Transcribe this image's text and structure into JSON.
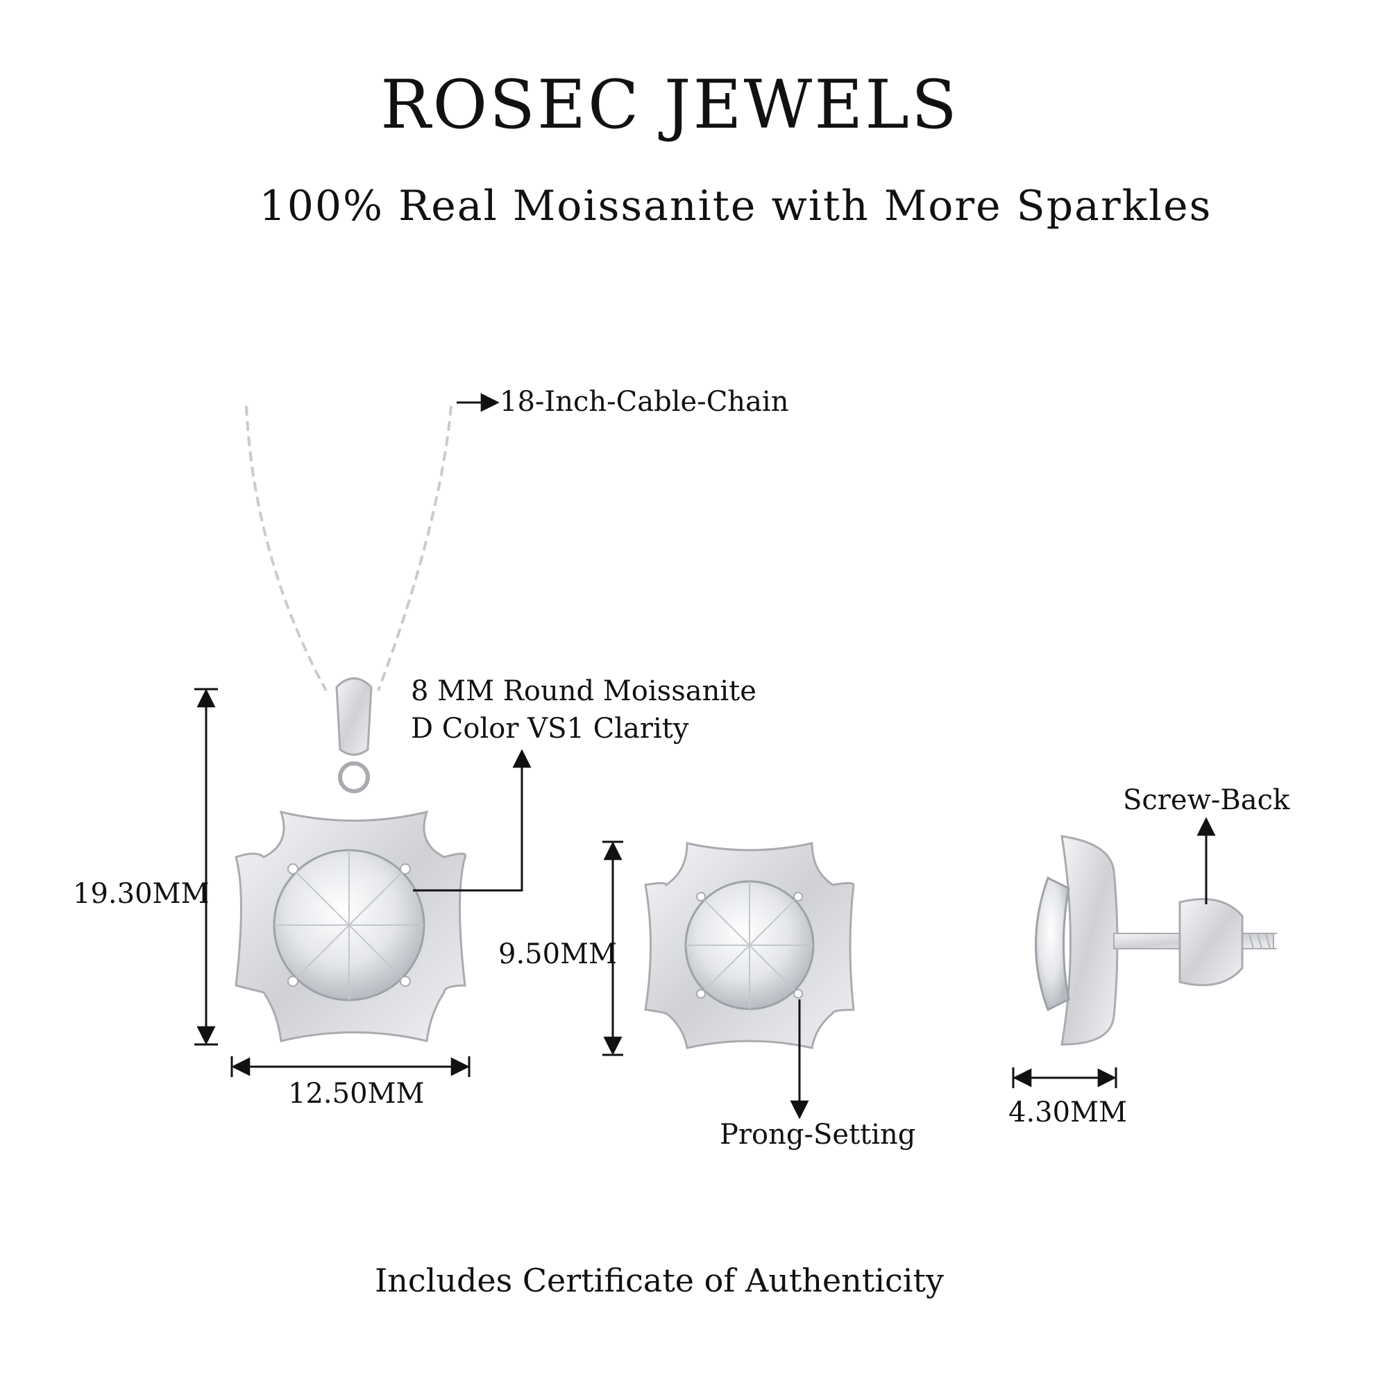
{
  "brand": "ROSEC JEWELS",
  "tagline": "100% Real Moissanite with More Sparkles",
  "callouts": {
    "chain": "18-Inch-Cable-Chain",
    "stone_line1": "8 MM Round Moissanite",
    "stone_line2": "D Color VS1 Clarity",
    "screw_back": "Screw-Back",
    "prong_setting": "Prong-Setting"
  },
  "dimensions": {
    "pendant_height": "19.30MM",
    "pendant_width": "12.50MM",
    "earring_height": "9.50MM",
    "earring_depth": "4.30MM"
  },
  "footer": "Includes Certificate of Authenticity",
  "colors": {
    "background": "#ffffff",
    "text": "#111111",
    "metal": "#d9dadd",
    "metal_shadow": "#a9abb0"
  }
}
